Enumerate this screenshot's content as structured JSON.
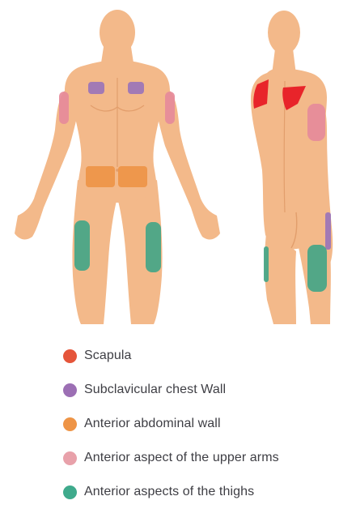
{
  "colors": {
    "skin": "#F3B98A",
    "skin_shade": "#E29E6C",
    "skin_light": "#F8CBA2",
    "scapula": "#E8242A",
    "subclavicular": "#9B74B8",
    "abdominal": "#EE9446",
    "upper_arms": "#E68A9A",
    "thighs": "#44A587"
  },
  "legend": [
    {
      "label": "Scapula",
      "color": "#E5553A",
      "region": "scapula"
    },
    {
      "label": "Subclavicular chest Wall",
      "color": "#9C6FB4",
      "region": "subclavicular"
    },
    {
      "label": "Anterior abdominal wall",
      "color": "#EE9446",
      "region": "abdominal"
    },
    {
      "label": "Anterior aspect of the upper arms",
      "color": "#E8A1AA",
      "region": "upper_arms"
    },
    {
      "label": "Anterior aspects of the thighs",
      "color": "#3FAA8C",
      "region": "thighs"
    }
  ]
}
